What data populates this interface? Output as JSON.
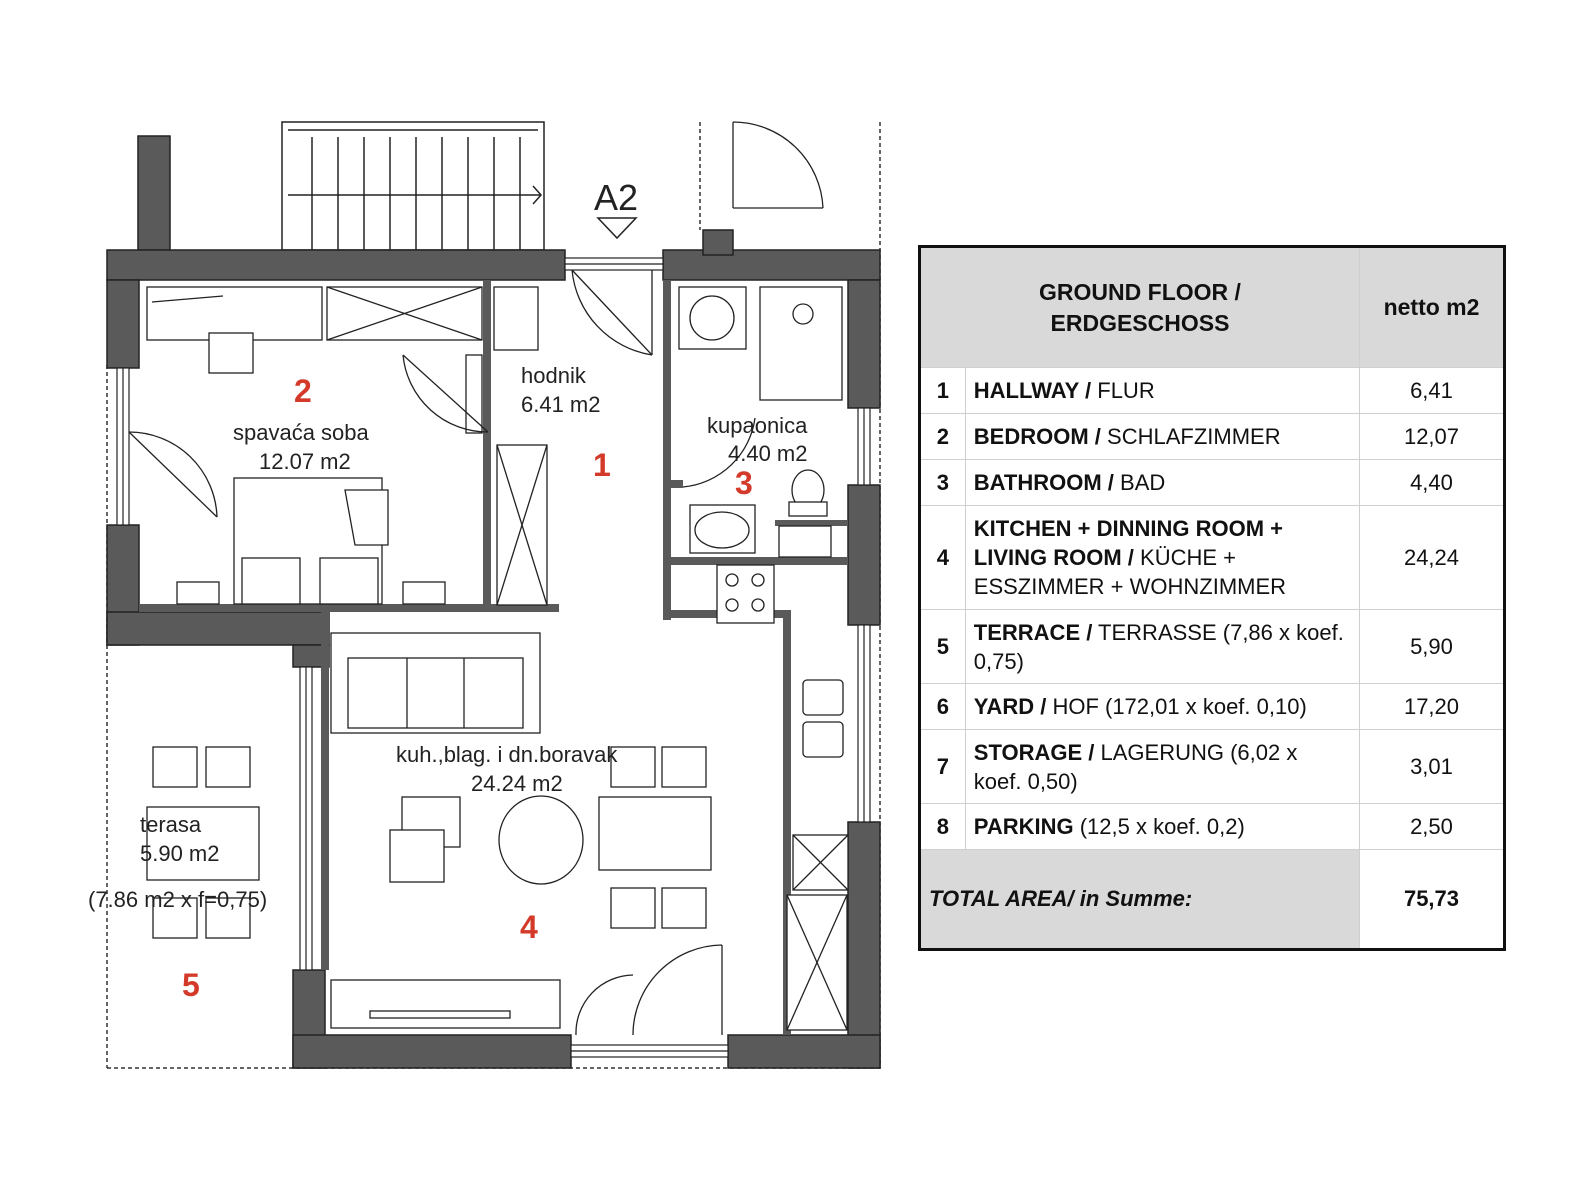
{
  "plan": {
    "unit_label": "A2",
    "rooms": [
      {
        "name": "hodnik",
        "area": "6.41 m2",
        "number": "1"
      },
      {
        "name": "spavaća soba",
        "area": "12.07 m2",
        "number": "2"
      },
      {
        "name": "kupaonica",
        "area": "4.40 m2",
        "number": "3"
      },
      {
        "name": "kuh.,blag. i dn.boravak",
        "area": "24.24 m2",
        "number": "4"
      },
      {
        "name": "terasa",
        "area": "5.90 m2",
        "number": "5",
        "note": "(7.86 m2 x f=0,75)"
      }
    ],
    "colors": {
      "wall": "#5a5a5a",
      "room_number": "#d43a2a",
      "line": "#222222"
    }
  },
  "table": {
    "header": {
      "title_line1": "GROUND FLOOR /",
      "title_line2": "ERDGESCHOSS",
      "value_header": "netto m2"
    },
    "rows": [
      {
        "num": "1",
        "bold": "HALLWAY /",
        "rest": " FLUR",
        "value": "6,41"
      },
      {
        "num": "2",
        "bold": "BEDROOM /",
        "rest": " SCHLAFZIMMER",
        "value": "12,07"
      },
      {
        "num": "3",
        "bold": "BATHROOM /",
        "rest": " BAD",
        "value": "4,40"
      },
      {
        "num": "4",
        "bold": "KITCHEN + DINNING ROOM + LIVING ROOM /",
        "rest": " KÜCHE + ESSZIMMER + WOHNZIMMER",
        "value": "24,24"
      },
      {
        "num": "5",
        "bold": "TERRACE /",
        "rest": " TERRASSE (7,86 x koef. 0,75)",
        "value": "5,90"
      },
      {
        "num": "6",
        "bold": "YARD /",
        "rest": " HOF (172,01 x koef. 0,10)",
        "value": "17,20"
      },
      {
        "num": "7",
        "bold": "STORAGE /",
        "rest": " LAGERUNG (6,02 x koef. 0,50)",
        "value": "3,01"
      },
      {
        "num": "8",
        "bold": "PARKING",
        "rest": " (12,5 x koef. 0,2)",
        "value": "2,50"
      }
    ],
    "total": {
      "label": "TOTAL AREA/ in Summe:",
      "value": "75,73"
    }
  }
}
